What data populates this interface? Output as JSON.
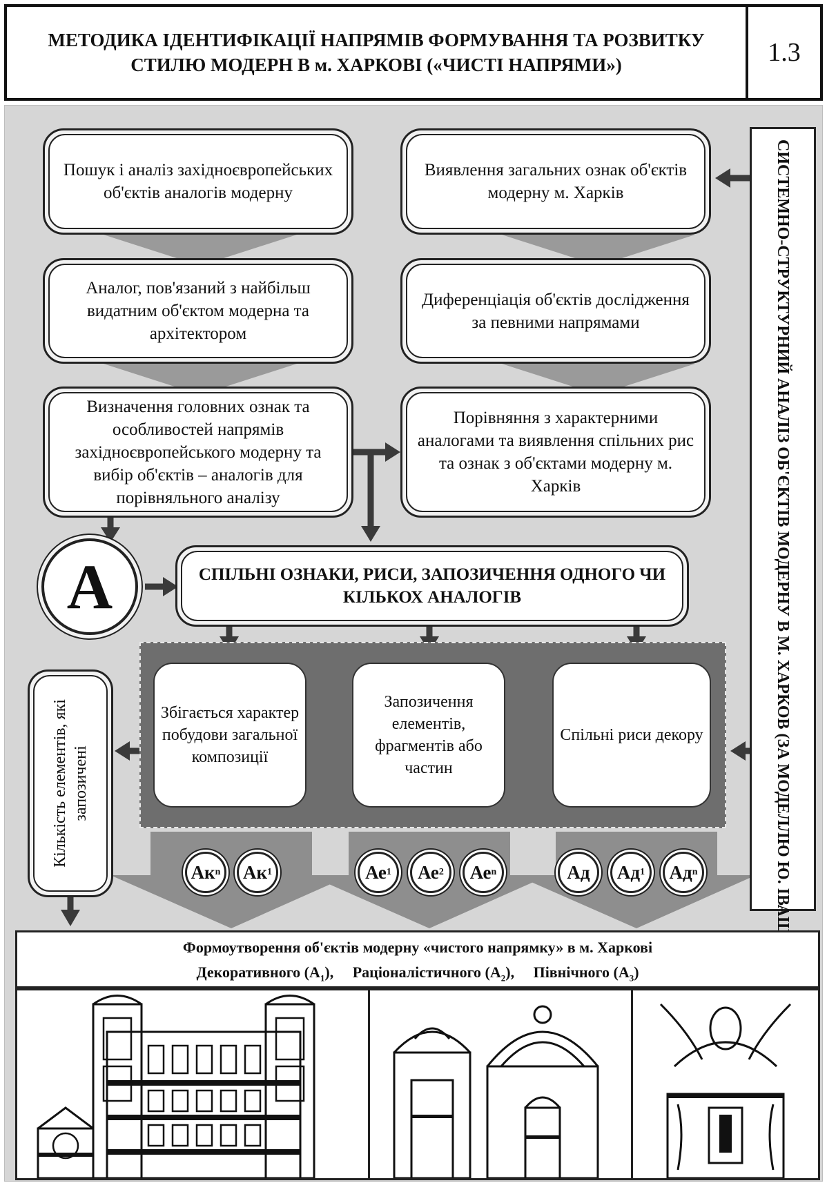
{
  "header": {
    "title": "МЕТОДИКА ІДЕНТИФІКАЦІЇ НАПРЯМІВ ФОРМУВАННЯ ТА РОЗВИТКУ СТИЛЮ МОДЕРН В м. ХАРКОВІ («ЧИСТІ НАПРЯМИ»)",
    "number": "1.3"
  },
  "left_column": [
    "Пошук і аналіз західноєвропейських об'єктів аналогів модерну",
    "Аналог, пов'язаний з найбільш видатним об'єктом модерна та архітектором",
    "Визначення головних ознак та особливостей напрямів західноєвропейського модерну та вибір об'єктів – аналогів для порівняльного аналізу"
  ],
  "right_column": [
    "Виявлення загальних ознак об'єктів модерну м. Харків",
    "Диференціація об'єктів дослідження за певними напрямами",
    "Порівняння з характерними аналогами та виявлення спільних рис та ознак з об'єктами модерну м. Харків"
  ],
  "side_panel": "СИСТЕМНО-СТРУКТУРНИЙ АНАЛІЗ ОБ'ЄКТІВ МОДЕРНУ В М. ХАРКОВ (ЗА МОДЕЛЛЮ Ю. ІВАШКО)",
  "circle_label": "А",
  "common_box": "СПІЛЬНІ ОЗНАКИ, РИСИ, ЗАПОЗИЧЕННЯ ОДНОГО ЧИ КІЛЬКОХ АНАЛОГІВ",
  "criteria": [
    "Збігається характер побудови загальної композиції",
    "Запозичення елементів, фрагментів або частин",
    "Спільні риси декору"
  ],
  "left_vertical": "Кількість елементів, які запозичені",
  "codes": {
    "group1": [
      {
        "base": "Ак",
        "sub": "n"
      },
      {
        "base": "Ак",
        "sub": "1"
      }
    ],
    "group2": [
      {
        "base": "Ае",
        "sub": "1"
      },
      {
        "base": "Ае",
        "sub": "2"
      },
      {
        "base": "Ае",
        "sub": "n"
      }
    ],
    "group3": [
      {
        "base": "Ад",
        "sub": ""
      },
      {
        "base": "Ад",
        "sub": "1"
      },
      {
        "base": "Ад",
        "sub": "n"
      }
    ]
  },
  "bottom": {
    "line1": "Формоутворення об'єктів модерну «чистого напрямку» в м. Харкові",
    "items": [
      {
        "label": "Декоративного (А",
        "sub": "1",
        "close": "),"
      },
      {
        "label": "Раціоналістичного (А",
        "sub": "2",
        "close": "),"
      },
      {
        "label": "Північного (А",
        "sub": "3",
        "close": ")"
      }
    ]
  },
  "colors": {
    "panel": "#d6d6d6",
    "dark_panel": "#6e6e6e",
    "arrow": "#3a3a3a",
    "triangle": "#9a9a9a"
  }
}
